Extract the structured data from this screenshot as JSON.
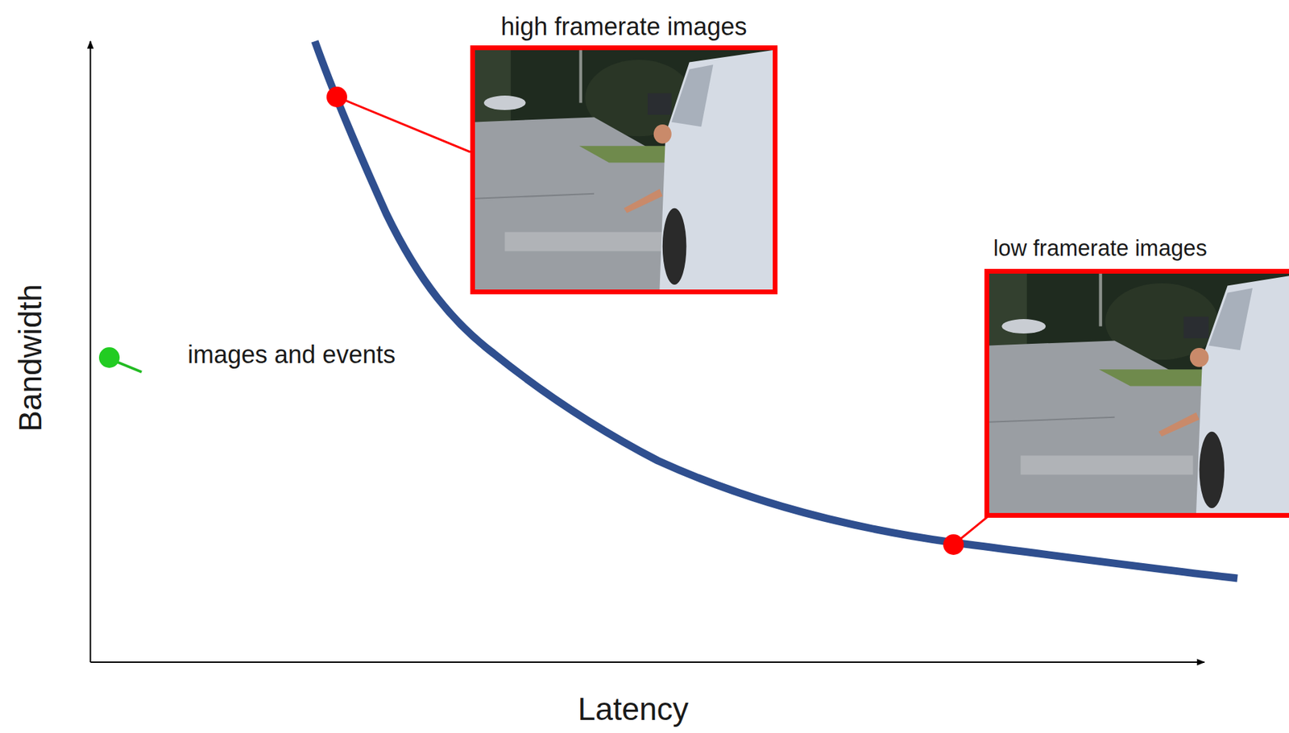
{
  "diagram": {
    "nodes": [
      {
        "text": [
          "high framerate images"
        ]
      },
      {
        "text": [
          "low framerate images"
        ]
      }
    ],
    "edges": [],
    "labels": [
      "images and events",
      "Bandwidth",
      "Latency"
    ]
  }
}
